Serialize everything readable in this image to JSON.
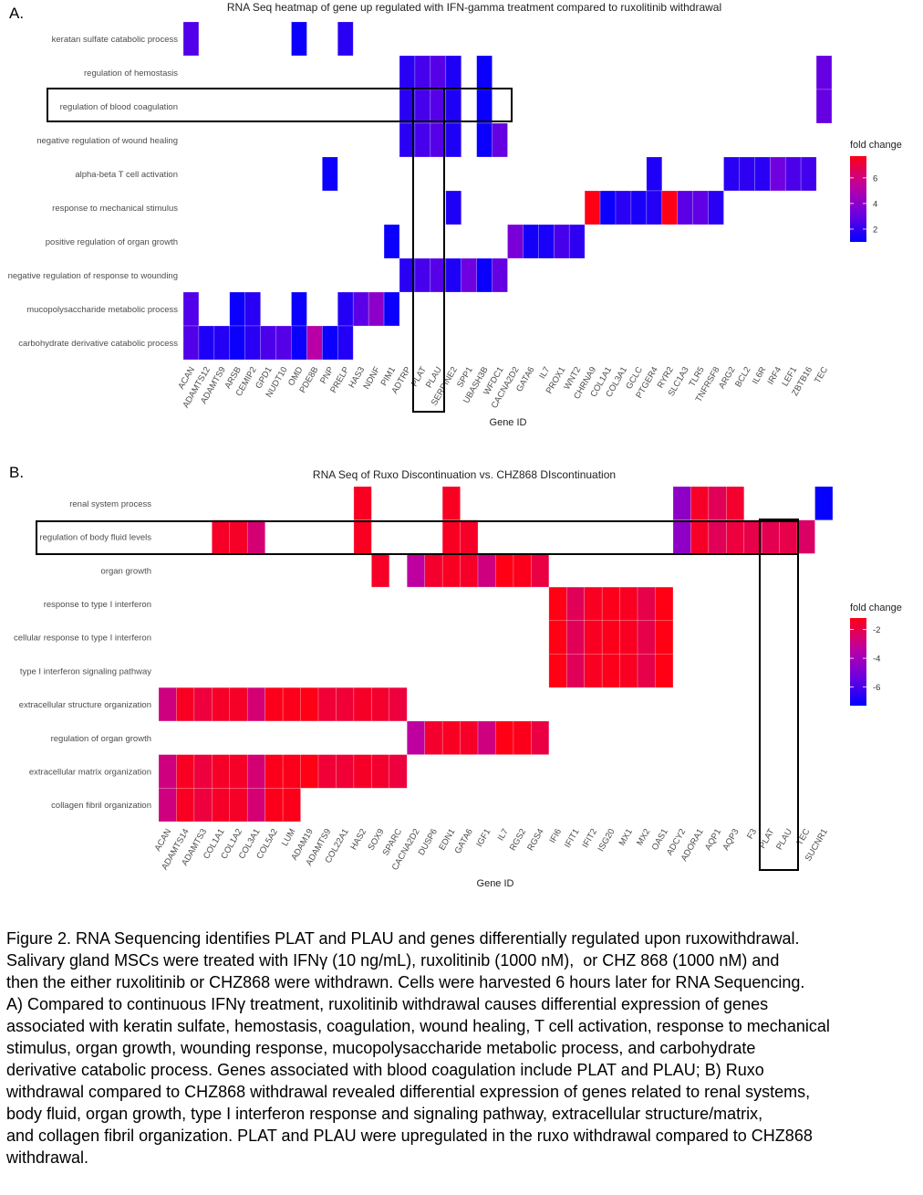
{
  "panel_letters": {
    "a": "A.",
    "b": "B."
  },
  "legend_colors": {
    "low": "#0000ff",
    "high": "#ff0000"
  },
  "chart_data": [
    {
      "type": "heatmap",
      "title": "RNA Seq heatmap of gene up regulated with IFN-gamma treatment compared to ruxolitinib withdrawal",
      "xlabel": "Gene ID",
      "ylabel": "",
      "legend": {
        "title": "fold change",
        "placement": "right",
        "range": [
          1,
          7.7
        ],
        "ticks": [
          2,
          4,
          6
        ]
      },
      "highlight": {
        "row": "regulation of blood coagulation",
        "columns": [
          "PLAT",
          "PLAU"
        ]
      },
      "genes": [
        "ACAN",
        "ADAMTS12",
        "ADAMTS9",
        "ARSB",
        "CEMIP2",
        "GPD1",
        "NUDT10",
        "OMD",
        "PDE8B",
        "PNP",
        "PRELP",
        "HAS3",
        "NDNF",
        "PIM1",
        "ADTRP",
        "PLAT",
        "PLAU",
        "SERPINE2",
        "SPP1",
        "UBASH3B",
        "WFDC1",
        "CACNA2D2",
        "GATA6",
        "IL7",
        "PROX1",
        "WNT2",
        "CHRNA9",
        "COL1A1",
        "COL3A1",
        "GCLC",
        "PTGER4",
        "RYR2",
        "SLC1A3",
        "TLR5",
        "TNFRSF8",
        "ARG2",
        "BCL2",
        "IL6R",
        "IRF4",
        "LEF1",
        "ZBTB16",
        "TEC"
      ],
      "rows": [
        {
          "term": "keratan sulfate catabolic process",
          "values": {
            "ACAN": 2.6,
            "OMD": 1.2,
            "PRELP": 1.8
          }
        },
        {
          "term": "regulation of hemostasis",
          "values": {
            "ADTRP": 1.8,
            "PLAT": 2.4,
            "PLAU": 2.7,
            "SERPINE2": 1.6,
            "UBASH3B": 1.2,
            "TEC": 3.0
          }
        },
        {
          "term": "regulation of blood coagulation",
          "values": {
            "ADTRP": 1.8,
            "PLAT": 2.4,
            "PLAU": 2.7,
            "SERPINE2": 1.6,
            "UBASH3B": 1.2,
            "TEC": 3.0
          }
        },
        {
          "term": "negative regulation of wound healing",
          "values": {
            "ADTRP": 1.8,
            "PLAT": 2.4,
            "PLAU": 2.7,
            "SERPINE2": 1.6,
            "UBASH3B": 1.2,
            "WFDC1": 3.0
          }
        },
        {
          "term": "alpha-beta T cell activation",
          "values": {
            "PNP": 1.2,
            "PTGER4": 1.6,
            "ARG2": 1.8,
            "BCL2": 1.9,
            "IL6R": 1.8,
            "IRF4": 3.2,
            "LEF1": 2.5,
            "ZBTB16": 2.3
          }
        },
        {
          "term": "response to mechanical stimulus",
          "values": {
            "SERPINE2": 1.6,
            "CHRNA9": 7.7,
            "COL1A1": 1.2,
            "COL3A1": 1.8,
            "GCLC": 1.5,
            "PTGER4": 1.7,
            "RYR2": 7.7,
            "SLC1A3": 2.8,
            "TLR5": 2.9,
            "TNFRSF8": 1.8
          }
        },
        {
          "term": "positive regulation of organ growth",
          "values": {
            "PIM1": 1.2,
            "CACNA2D2": 3.5,
            "GATA6": 1.4,
            "IL7": 1.5,
            "PROX1": 2.4,
            "WNT2": 1.9
          }
        },
        {
          "term": "negative regulation of response to wounding",
          "values": {
            "ADTRP": 1.8,
            "PLAT": 2.4,
            "PLAU": 2.7,
            "SERPINE2": 1.6,
            "SPP1": 3.2,
            "UBASH3B": 1.2,
            "WFDC1": 3.0
          }
        },
        {
          "term": "mucopolysaccharide metabolic process",
          "values": {
            "ACAN": 2.6,
            "ARSB": 1.2,
            "CEMIP2": 1.8,
            "OMD": 1.2,
            "PRELP": 1.7,
            "HAS3": 2.8,
            "NDNF": 4.0,
            "PIM1": 1.2
          }
        },
        {
          "term": "carbohydrate derivative catabolic process",
          "values": {
            "ACAN": 2.6,
            "ADAMTS12": 1.6,
            "ADAMTS9": 1.7,
            "ARSB": 1.2,
            "CEMIP2": 1.8,
            "GPD1": 2.5,
            "NUDT10": 2.7,
            "OMD": 1.2,
            "PDE8B": 5.2,
            "PNP": 1.2,
            "PRELP": 1.7
          }
        }
      ]
    },
    {
      "type": "heatmap",
      "title": "RNA Seq of Ruxo Discontinuation vs. CHZ868 DIscontinuation",
      "xlabel": "Gene ID",
      "ylabel": "",
      "legend": {
        "title": "fold change",
        "placement": "right",
        "range": [
          -7.3,
          -1.2
        ],
        "ticks": [
          -2,
          -4,
          -6
        ]
      },
      "highlight": {
        "row": "regulation of body fluid levels",
        "columns": [
          "PLAT",
          "PLAU"
        ]
      },
      "genes": [
        "ACAN",
        "ADAMTS14",
        "ADAMTS3",
        "COL1A1",
        "COL1A2",
        "COL3A1",
        "COL5A2",
        "LUM",
        "ADAM19",
        "ADAMTS9",
        "COL22A1",
        "HAS2",
        "SOX9",
        "SPARC",
        "CACNA2D2",
        "DUSP6",
        "EDN1",
        "GATA6",
        "IGF1",
        "IL7",
        "RGS2",
        "RGS4",
        "IFI6",
        "IFIT1",
        "IFIT2",
        "ISG20",
        "MX1",
        "MX2",
        "OAS1",
        "ADCY2",
        "ADORA1",
        "AQP1",
        "AQP3",
        "F3",
        "PLAT",
        "PLAU",
        "TEC",
        "SUCNR1"
      ],
      "rows": [
        {
          "term": "renal system process",
          "values": {
            "HAS2": -1.4,
            "EDN1": -1.4,
            "ADCY2": -4.5,
            "ADORA1": -1.5,
            "AQP1": -2.2,
            "AQP3": -1.6,
            "SUCNR1": -7.2
          }
        },
        {
          "term": "regulation of body fluid levels",
          "values": {
            "COL1A1": -1.5,
            "COL1A2": -1.5,
            "COL3A1": -2.6,
            "HAS2": -1.4,
            "EDN1": -1.4,
            "GATA6": -1.5,
            "ADCY2": -4.5,
            "ADORA1": -1.5,
            "AQP1": -2.2,
            "AQP3": -1.8,
            "F3": -2.0,
            "PLAT": -2.1,
            "PLAU": -2.0,
            "TEC": -2.4
          }
        },
        {
          "term": "organ growth",
          "values": {
            "SOX9": -1.5,
            "CACNA2D2": -3.3,
            "DUSP6": -1.6,
            "EDN1": -1.4,
            "GATA6": -1.5,
            "IGF1": -2.8,
            "IL7": -1.2,
            "RGS2": -1.3,
            "RGS4": -1.9
          }
        },
        {
          "term": "response to type I interferon",
          "values": {
            "IFI6": -1.2,
            "IFIT1": -2.2,
            "IFIT2": -1.4,
            "ISG20": -1.3,
            "MX1": -1.4,
            "MX2": -2.0,
            "OAS1": -1.2
          }
        },
        {
          "term": "cellular response to type I interferon",
          "values": {
            "IFI6": -1.2,
            "IFIT1": -2.2,
            "IFIT2": -1.4,
            "ISG20": -1.3,
            "MX1": -1.4,
            "MX2": -2.0,
            "OAS1": -1.2
          }
        },
        {
          "term": "type I interferon signaling pathway",
          "values": {
            "IFI6": -1.2,
            "IFIT1": -2.2,
            "IFIT2": -1.4,
            "ISG20": -1.3,
            "MX1": -1.4,
            "MX2": -2.0,
            "OAS1": -1.2
          }
        },
        {
          "term": "extracellular structure organization",
          "values": {
            "ACAN": -2.8,
            "ADAMTS14": -1.4,
            "ADAMTS3": -1.8,
            "COL1A1": -1.5,
            "COL1A2": -1.5,
            "COL3A1": -2.6,
            "COL5A2": -1.3,
            "LUM": -1.3,
            "ADAM19": -1.2,
            "ADAMTS9": -1.7,
            "COL22A1": -1.7,
            "HAS2": -1.5,
            "SOX9": -1.6,
            "SPARC": -1.8
          }
        },
        {
          "term": "regulation of organ growth",
          "values": {
            "CACNA2D2": -3.3,
            "DUSP6": -1.6,
            "EDN1": -1.4,
            "GATA6": -1.5,
            "IGF1": -2.8,
            "IL7": -1.2,
            "RGS2": -1.3,
            "RGS4": -1.9
          }
        },
        {
          "term": "extracellular matrix organization",
          "values": {
            "ACAN": -2.8,
            "ADAMTS14": -1.4,
            "ADAMTS3": -1.8,
            "COL1A1": -1.5,
            "COL1A2": -1.5,
            "COL3A1": -2.6,
            "COL5A2": -1.3,
            "LUM": -1.3,
            "ADAM19": -1.2,
            "ADAMTS9": -1.7,
            "COL22A1": -1.7,
            "HAS2": -1.5,
            "SOX9": -1.6,
            "SPARC": -1.8
          }
        },
        {
          "term": "collagen fibril organization",
          "values": {
            "ACAN": -2.8,
            "ADAMTS14": -1.4,
            "ADAMTS3": -1.8,
            "COL1A1": -1.5,
            "COL1A2": -1.5,
            "COL3A1": -2.6,
            "COL5A2": -1.3,
            "LUM": -1.3
          }
        }
      ]
    }
  ],
  "caption_lines": [
    "Figure 2. RNA Sequencing identifies PLAT and PLAU and genes differentially regulated upon ruxowithdrawal.",
    "Salivary gland MSCs were treated with IFNγ (10 ng/mL), ruxolitinib (1000 nM),  or CHZ 868 (1000 nM) and",
    "then the either ruxolitinib or CHZ868 were withdrawn. Cells were harvested 6 hours later for RNA Sequencing.",
    "A) Compared to continuous IFNγ treatment, ruxolitinib withdrawal causes differential expression of genes",
    "associated with keratin sulfate, hemostasis, coagulation, wound healing, T cell activation, response to mechanical",
    "stimulus, organ growth, wounding response, mucopolysaccharide metabolic process, and carbohydrate",
    "derivative catabolic process. Genes associated with blood coagulation include PLAT and PLAU; B) Ruxo",
    "withdrawal compared to CHZ868 withdrawal revealed differential expression of genes related to renal systems,",
    "body fluid, organ growth, type I interferon response and signaling pathway, extracellular structure/matrix,",
    "and collagen fibril organization. PLAT and PLAU were upregulated in the ruxo withdrawal compared to CHZ868",
    "withdrawal."
  ]
}
